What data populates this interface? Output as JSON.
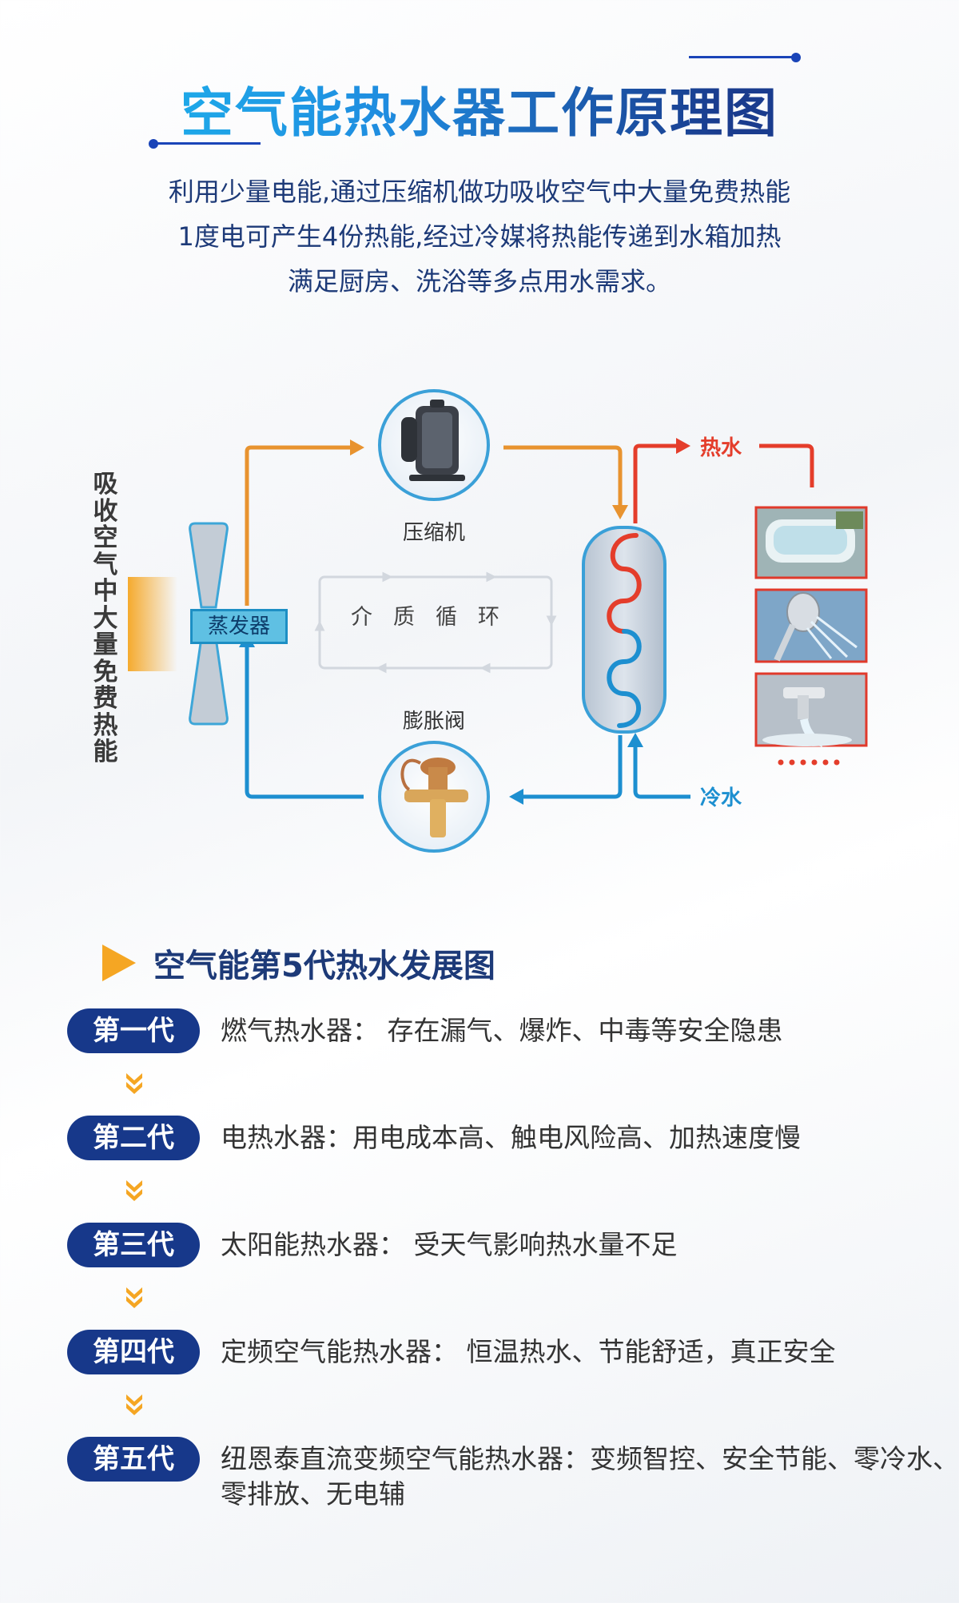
{
  "title": "空气能热水器工作原理图",
  "intro": [
    "利用少量电能,通过压缩机做功吸收空气中大量免费热能",
    "1度电可产生4份热能,经过冷媒将热能传递到水箱加热",
    "满足厨房、洗浴等多点用水需求。"
  ],
  "diagram": {
    "side_label": "吸收空气中大量免费热能",
    "compressor": "压缩机",
    "evaporator": "蒸发器",
    "cycle": "介质循环",
    "expansion_valve": "膨胀阀",
    "hot_water": "热水",
    "cold_water": "冷水",
    "colors": {
      "hot": "#e43d2b",
      "cold": "#1d8fd0",
      "refrigerant": "#e8932f"
    },
    "icons": [
      "fan-icon",
      "compressor-icon",
      "water-tank-icon",
      "expansion-valve-icon",
      "bathtub-icon",
      "shower-icon",
      "faucet-icon"
    ]
  },
  "section2": {
    "title": "空气能第5代热水发展图",
    "generations": [
      {
        "label": "第一代",
        "desc": "燃气热水器：  存在漏气、爆炸、中毒等安全隐患"
      },
      {
        "label": "第二代",
        "desc": "电热水器：用电成本高、触电风险高、加热速度慢"
      },
      {
        "label": "第三代",
        "desc": "太阳能热水器：  受天气影响热水量不足"
      },
      {
        "label": "第四代",
        "desc": "定频空气能热水器：  恒温热水、节能舒适，真正安全"
      },
      {
        "label": "第五代",
        "desc": "纽恩泰直流变频空气能热水器：变频智控、安全节能、零冷水、零排放、无电辅"
      }
    ]
  }
}
